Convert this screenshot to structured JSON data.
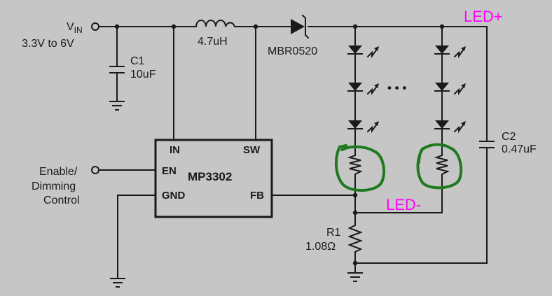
{
  "labels": {
    "vin_main": "V",
    "vin_sub": "IN",
    "vin_range": "3.3V to 6V",
    "c1_name": "C1",
    "c1_value": "10uF",
    "inductor": "4.7uH",
    "diode": "MBR0520",
    "led_plus": "LED+",
    "led_minus": "LED-",
    "c2_name": "C2",
    "c2_value": "0.47uF",
    "ic_name": "MP3302",
    "pin_in": "IN",
    "pin_sw": "SW",
    "pin_en": "EN",
    "pin_gnd": "GND",
    "pin_fb": "FB",
    "enable_line1": "Enable/",
    "enable_line2": "Dimming",
    "enable_line3": "Control",
    "r1_name": "R1",
    "r1_value": "1.08Ω",
    "ellipsis": "• • •"
  },
  "colors": {
    "background": "#c6c6c6",
    "wire": "#1a1a1a",
    "annotation_text": "#ff00ff",
    "annotation_circle": "#1f7a1f"
  }
}
